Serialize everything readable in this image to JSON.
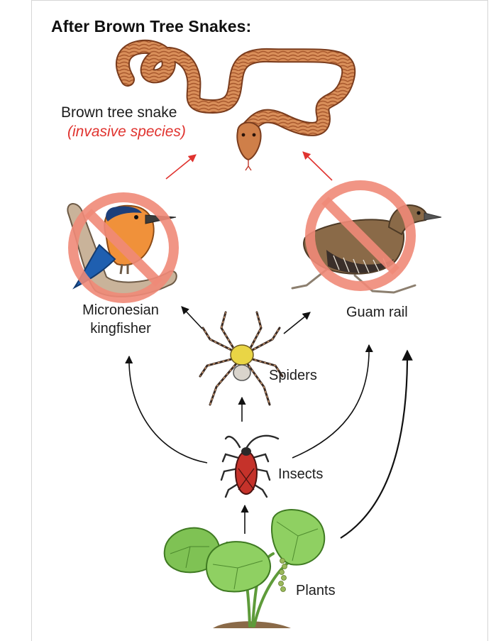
{
  "title": "After Brown Tree Snakes:",
  "nodes": {
    "snake": {
      "label": "Brown tree snake",
      "sublabel": "(invasive species)"
    },
    "kingfisher": {
      "label_line1": "Micronesian",
      "label_line2": "kingfisher"
    },
    "rail": {
      "label": "Guam rail"
    },
    "spiders": {
      "label": "Spiders"
    },
    "insects": {
      "label": "Insects"
    },
    "plants": {
      "label": "Plants"
    }
  },
  "colors": {
    "eaten_arrow": "#e0332f",
    "food_arrow": "#111111",
    "no_symbol": "#f08a78",
    "invasive_text": "#e0332f"
  }
}
